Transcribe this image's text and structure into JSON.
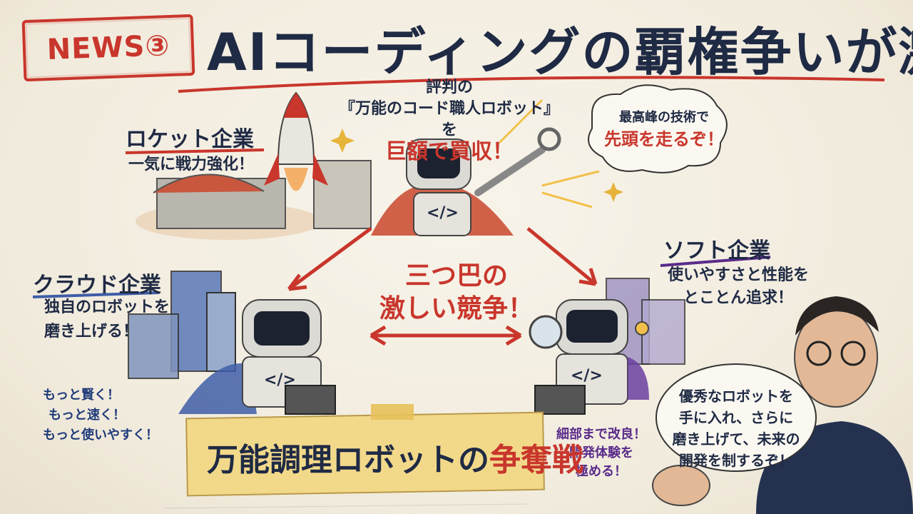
{
  "badge": {
    "label": "NEWS③"
  },
  "title": "AIコーディングの覇権争いが激化",
  "rocket_company": {
    "label": "ロケット企業",
    "sub": "一気に戦力強化！"
  },
  "acquisition": {
    "line1": "評判の",
    "line2": "『万能のコード職人ロボット』を",
    "line3": "巨額で買収！"
  },
  "speech_top": {
    "line1": "最高峰の技術で",
    "line2": "先頭を走るぞ！"
  },
  "cloud_company": {
    "label": "クラウド企業",
    "sub1": "独自のロボットを",
    "sub2": "磨き上げる！"
  },
  "software_company": {
    "label": "ソフト企業",
    "sub1": "使いやすさと性能を",
    "sub2": "とことん追求！"
  },
  "competition": {
    "line1": "三つ巴の",
    "line2": "激しい競争！"
  },
  "slogans": [
    "もっと賢く！",
    "もっと速く！",
    "もっと使いやすく！"
  ],
  "improve_note": {
    "line1": "細部まで改良！",
    "line2": "開発体験を",
    "line3": "極める！"
  },
  "speech_person": {
    "line1": "優秀なロボットを",
    "line2": "手に入れ、さらに",
    "line3": "磨き上げて、未来の",
    "line4": "開発を制するぞ！"
  },
  "banner": {
    "main": "万能調理ロボットの",
    "emph": "争奪戦"
  },
  "robot_screen_code": "</>",
  "colors": {
    "red": "#c9362c",
    "navy": "#1f2a44",
    "blue": "#1f3b7a",
    "purple": "#5a2b8a",
    "banner": "#f2d98a"
  }
}
